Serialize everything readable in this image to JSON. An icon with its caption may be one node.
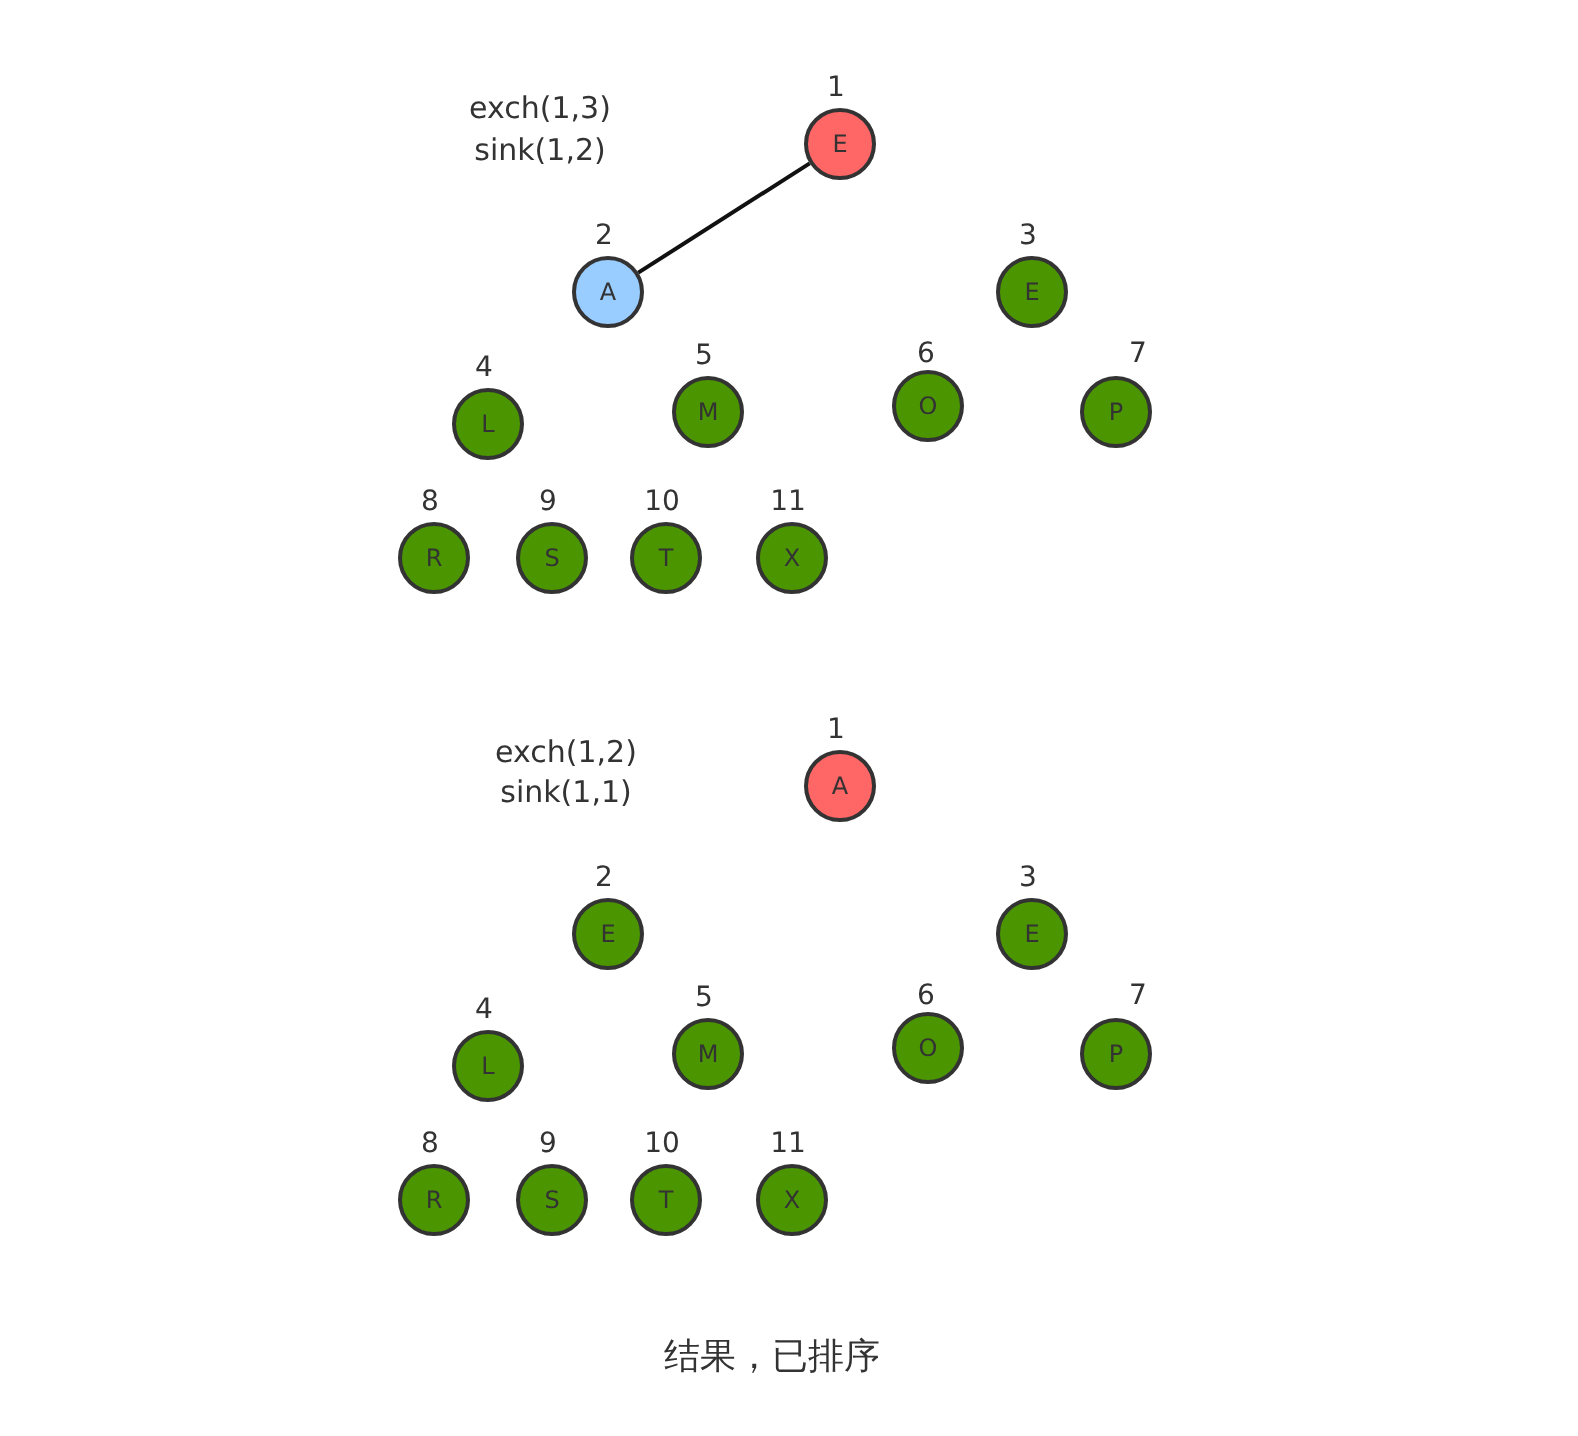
{
  "diagram": {
    "caption": "结果，已排序",
    "nodes": [
      {
        "text": [
          "E"
        ],
        "beside": [
          "1"
        ]
      },
      {
        "text": [
          "A"
        ],
        "beside": [
          "2"
        ]
      },
      {
        "text": [
          "E"
        ],
        "beside": [
          "3"
        ]
      },
      {
        "text": [
          "L"
        ],
        "beside": [
          "4"
        ]
      },
      {
        "text": [
          "M"
        ],
        "beside": [
          "5"
        ]
      },
      {
        "text": [
          "O"
        ],
        "beside": [
          "6"
        ]
      },
      {
        "text": [
          "P"
        ],
        "beside": [
          "7"
        ]
      },
      {
        "text": [
          "R"
        ],
        "beside": [
          "8"
        ]
      },
      {
        "text": [
          "S"
        ],
        "beside": [
          "9"
        ]
      },
      {
        "text": [
          "T"
        ],
        "beside": [
          "10"
        ]
      },
      {
        "text": [
          "X"
        ],
        "beside": [
          "11"
        ]
      },
      {
        "text": [
          "A"
        ],
        "beside": [
          "1"
        ]
      },
      {
        "text": [
          "E"
        ],
        "beside": [
          "2"
        ]
      },
      {
        "text": [
          "E"
        ],
        "beside": [
          "3"
        ]
      },
      {
        "text": [
          "L"
        ],
        "beside": [
          "4"
        ]
      },
      {
        "text": [
          "M"
        ],
        "beside": [
          "5"
        ]
      },
      {
        "text": [
          "O"
        ],
        "beside": [
          "6"
        ]
      },
      {
        "text": [
          "P"
        ],
        "beside": [
          "7"
        ]
      },
      {
        "text": [
          "R"
        ],
        "beside": [
          "8"
        ]
      },
      {
        "text": [
          "S"
        ],
        "beside": [
          "9"
        ]
      },
      {
        "text": [
          "T"
        ],
        "beside": [
          "10"
        ]
      },
      {
        "text": [
          "X"
        ],
        "beside": [
          "11"
        ]
      }
    ],
    "edges": [
      {
        "from": 0,
        "to": 1,
        "arrow": "none"
      }
    ],
    "labels": [
      "exch(1,3)",
      "sink(1,2)",
      "exch(1,2)",
      "sink(1,1)"
    ]
  }
}
